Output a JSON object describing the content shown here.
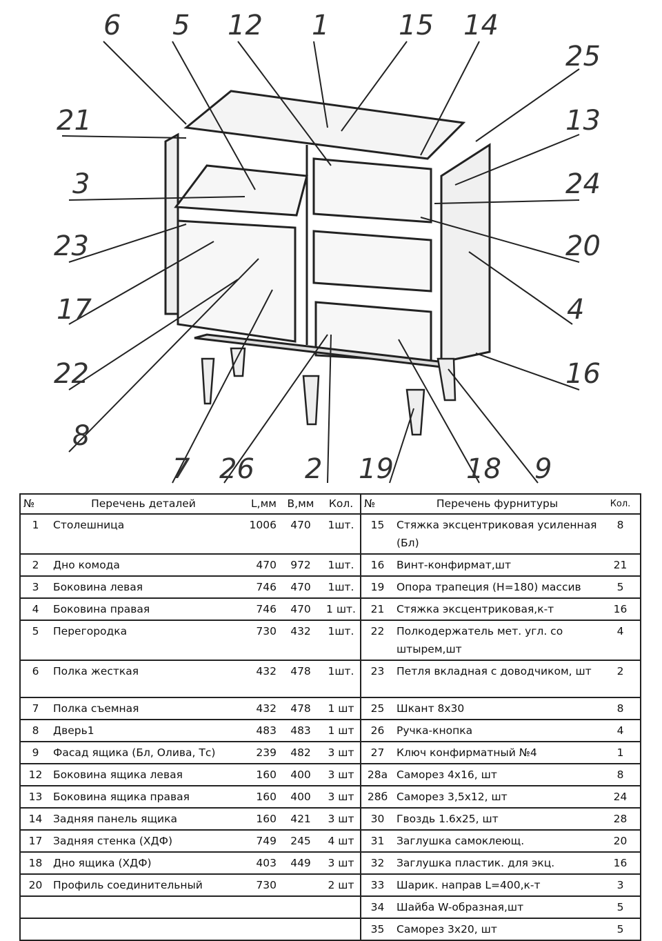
{
  "diagram": {
    "callouts": [
      "6",
      "5",
      "12",
      "1",
      "15",
      "14",
      "25",
      "21",
      "13",
      "3",
      "24",
      "23",
      "20",
      "17",
      "4",
      "22",
      "16",
      "8",
      "7",
      "26",
      "2",
      "19",
      "18",
      "9"
    ]
  },
  "table": {
    "left_headers": {
      "no": "№",
      "name": "Перечень деталей",
      "l": "L,мм",
      "b": "B,мм",
      "qty": "Кол."
    },
    "right_headers": {
      "no": "№",
      "name": "Перечень фурнитуры",
      "qty": "Кол."
    },
    "parts": [
      {
        "no": "1",
        "name": "Столешница",
        "l": "1006",
        "b": "470",
        "qty": "1шт."
      },
      {
        "no": "2",
        "name": "Дно комода",
        "l": "470",
        "b": "972",
        "qty": "1шт."
      },
      {
        "no": "3",
        "name": "Боковина левая",
        "l": "746",
        "b": "470",
        "qty": "1шт."
      },
      {
        "no": "4",
        "name": "Боковина правая",
        "l": "746",
        "b": "470",
        "qty": "1 шт."
      },
      {
        "no": "5",
        "name": "Перегородка",
        "l": "730",
        "b": "432",
        "qty": "1шт."
      },
      {
        "no": "6",
        "name": "Полка жесткая",
        "l": "432",
        "b": "478",
        "qty": "1шт."
      },
      {
        "no": "7",
        "name": "Полка съемная",
        "l": "432",
        "b": "478",
        "qty": "1 шт"
      },
      {
        "no": "8",
        "name": "Дверь1",
        "l": "483",
        "b": "483",
        "qty": "1 шт"
      },
      {
        "no": "9",
        "name": "Фасад ящика (Бл, Олива, Тс)",
        "l": "239",
        "b": "482",
        "qty": "3 шт"
      },
      {
        "no": "12",
        "name": "Боковина ящика левая",
        "l": "160",
        "b": "400",
        "qty": "3 шт"
      },
      {
        "no": "13",
        "name": "Боковина ящика правая",
        "l": "160",
        "b": "400",
        "qty": "3 шт"
      },
      {
        "no": "14",
        "name": "Задняя панель ящика",
        "l": "160",
        "b": "421",
        "qty": "3 шт"
      },
      {
        "no": "17",
        "name": "Задняя стенка (ХДФ)",
        "l": "749",
        "b": "245",
        "qty": "4 шт"
      },
      {
        "no": "18",
        "name": "Дно ящика (ХДФ)",
        "l": "403",
        "b": "449",
        "qty": "3 шт"
      },
      {
        "no": "20",
        "name": "Профиль соединительный",
        "l": "730",
        "b": "",
        "qty": "2 шт"
      },
      {
        "no": "",
        "name": "",
        "l": "",
        "b": "",
        "qty": ""
      },
      {
        "no": "",
        "name": "",
        "l": "",
        "b": "",
        "qty": ""
      }
    ],
    "hardware": [
      {
        "no": "15",
        "name": "Стяжка эксцентриковая усиленная (Бл)",
        "qty": "8"
      },
      {
        "no": "16",
        "name": "Винт-конфирмат,шт",
        "qty": "21"
      },
      {
        "no": "19",
        "name": "Опора трапеция (H=180) массив",
        "qty": "5"
      },
      {
        "no": "21",
        "name": "Стяжка эксцентриковая,к-т",
        "qty": "16"
      },
      {
        "no": "22",
        "name": "Полкодержатель мет. угл. со штырем,шт",
        "qty": "4"
      },
      {
        "no": "23",
        "name": "Петля вкладная с доводчиком, шт",
        "qty": "2"
      },
      {
        "no": "25",
        "name": "Шкант 8х30",
        "qty": "8"
      },
      {
        "no": "26",
        "name": "Ручка-кнопка",
        "qty": "4"
      },
      {
        "no": "27",
        "name": "Ключ конфирматный №4",
        "qty": "1"
      },
      {
        "no": "28а",
        "name": "Саморез 4х16, шт",
        "qty": "8"
      },
      {
        "no": "28б",
        "name": "Саморез 3,5х12, шт",
        "qty": "24"
      },
      {
        "no": "30",
        "name": "Гвоздь 1.6х25, шт",
        "qty": "28"
      },
      {
        "no": "31",
        "name": "Заглушка самоклеющ.",
        "qty": "20"
      },
      {
        "no": "32",
        "name": "Заглушка пластик. для экц.",
        "qty": "16"
      },
      {
        "no": "33",
        "name": "Шарик. направ L=400,к-т",
        "qty": "3"
      },
      {
        "no": "34",
        "name": "Шайба W-образная,шт",
        "qty": "5"
      },
      {
        "no": "35",
        "name": "Саморез 3х20, шт",
        "qty": "5"
      }
    ]
  }
}
